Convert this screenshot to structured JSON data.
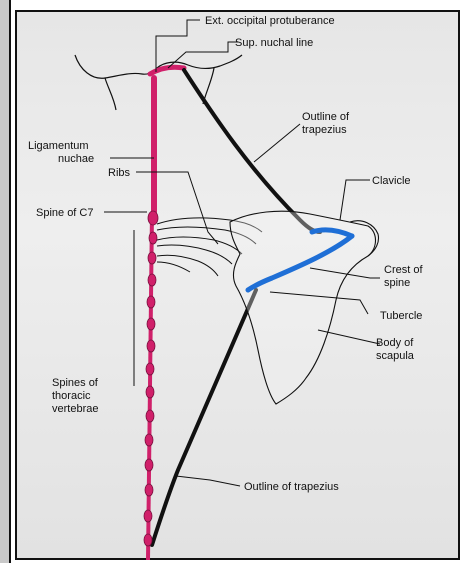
{
  "labels": {
    "ext_occipital": "Ext. occipital protuberance",
    "sup_nuchal": "Sup. nuchal line",
    "outline_trap_top_1": "Outline of",
    "outline_trap_top_2": "trapezius",
    "ligamentum_1": "Ligamentum",
    "ligamentum_2": "nuchae",
    "ribs": "Ribs",
    "clavicle": "Clavicle",
    "spine_c7": "Spine of C7",
    "crest_1": "Crest of",
    "crest_2": "spine",
    "tubercle": "Tubercle",
    "body_1": "Body of",
    "body_2": "scapula",
    "spines_1": "Spines of",
    "spines_2": "thoracic",
    "spines_3": "vertebrae",
    "outline_trap_bottom": "Outline of trapezius"
  },
  "colors": {
    "ligament": "#d0206a",
    "spine_blue": "#1f6fd6",
    "outline": "#111111"
  }
}
